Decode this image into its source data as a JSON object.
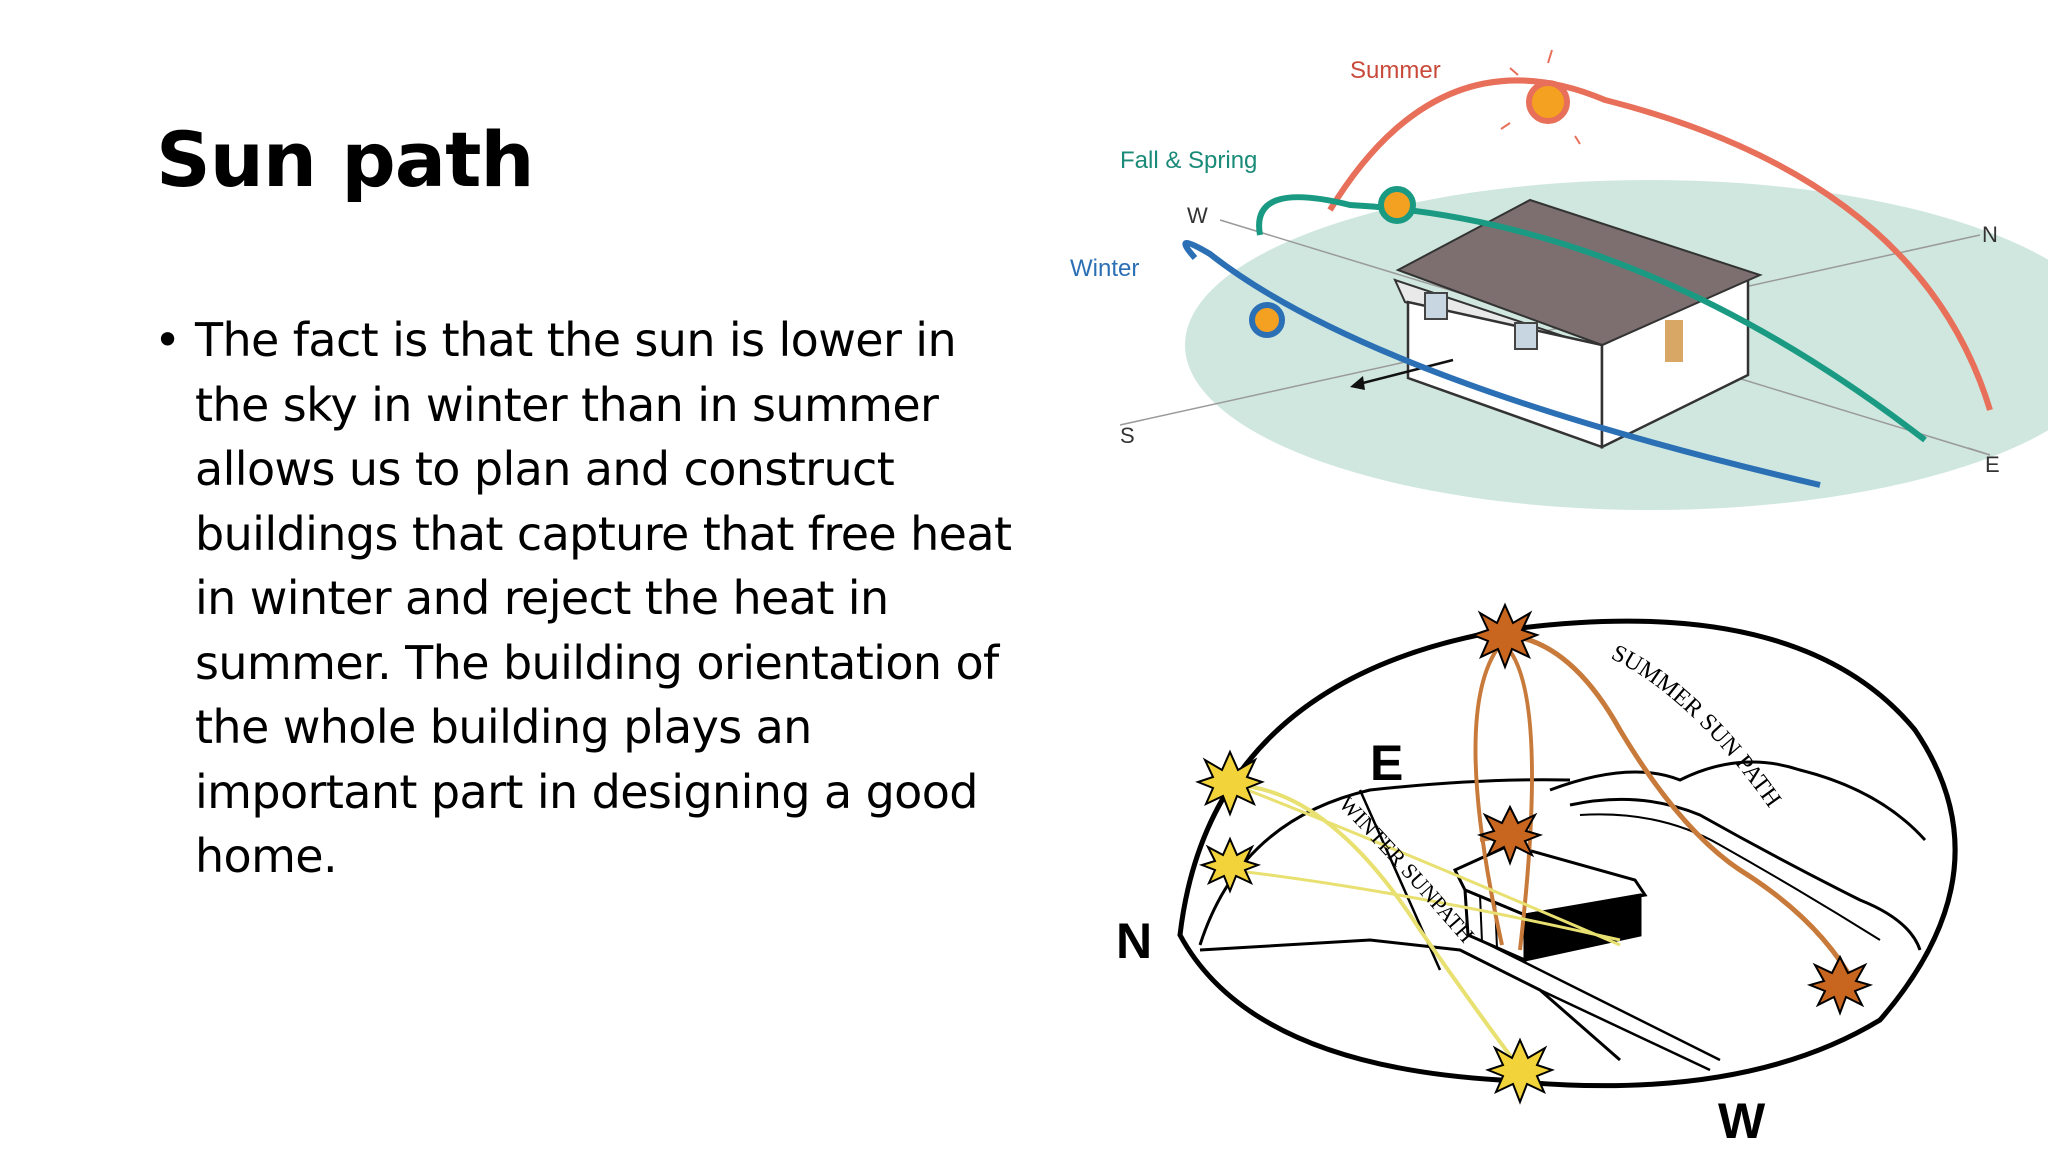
{
  "title": "Sun path",
  "bullets": [
    "The fact is that the sun is lower in the sky in winter than in summer allows us to plan and construct buildings that capture that free heat in winter and reject the heat in summer. The building orientation of the whole building plays an important part in designing a good home."
  ],
  "diagram_top": {
    "labels": {
      "summer": "Summer",
      "fall_spring": "Fall & Spring",
      "winter": "Winter",
      "w": "W",
      "n": "N",
      "s": "S",
      "e": "E"
    },
    "colors": {
      "ground": "#cfe7df",
      "summer_path": "#e8705a",
      "fall_spring_path": "#1a9a82",
      "winter_path": "#2b6fb5",
      "sun_fill": "#f4a020",
      "roof": "#7d6f6f"
    }
  },
  "diagram_bottom": {
    "labels": {
      "e": "E",
      "n": "N",
      "w": "W",
      "summer_path": "SUMMER SUN PATH",
      "winter_path": "WINTER SUNPATH"
    },
    "colors": {
      "summer_sun": "#c8661f",
      "winter_sun": "#f2d43a",
      "summer_path": "#c87a3a",
      "winter_path": "#e8e070"
    }
  }
}
